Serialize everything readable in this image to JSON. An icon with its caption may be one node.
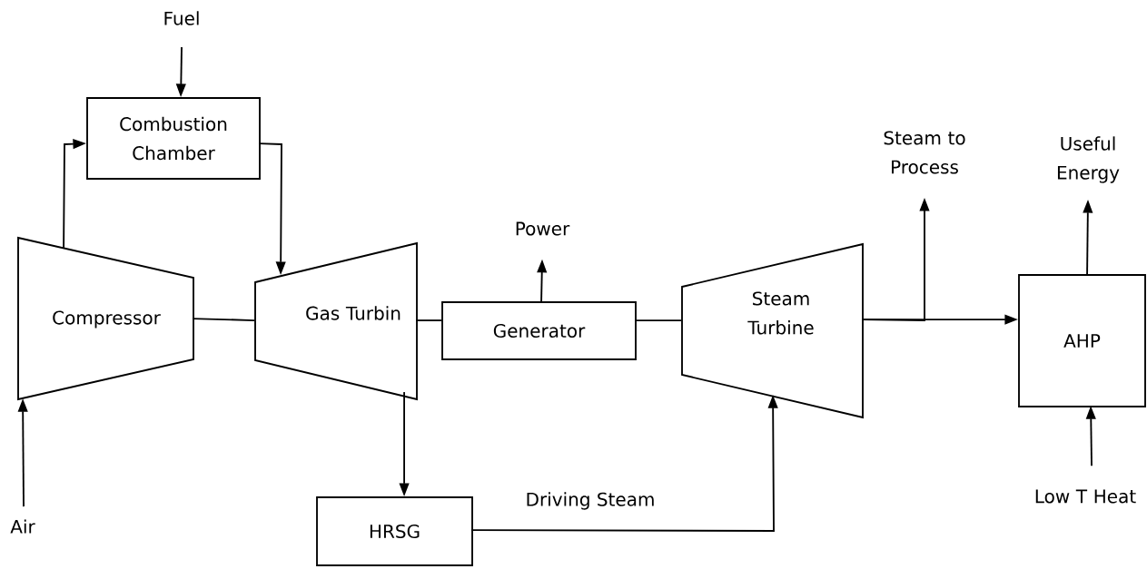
{
  "diagram": {
    "nodes": [
      {
        "text": [
          "Fuel"
        ]
      },
      {
        "text": [
          "Combustion Chamber"
        ]
      },
      {
        "text": [
          "Compressor"
        ]
      },
      {
        "text": [
          "Gas Turbin"
        ]
      },
      {
        "text": [
          "Generator"
        ]
      },
      {
        "text": [
          "Power"
        ]
      },
      {
        "text": [
          "Steam Turbine"
        ]
      },
      {
        "text": [
          "Steam to Process"
        ]
      },
      {
        "text": [
          "Useful Energy"
        ]
      },
      {
        "text": [
          "AHP"
        ]
      },
      {
        "text": [
          "Low T Heat"
        ]
      },
      {
        "text": [
          "Air"
        ]
      },
      {
        "text": [
          "HRSG"
        ]
      }
    ],
    "edges": [
      {
        "from": 0,
        "to": 1,
        "arrow": "to"
      },
      {
        "from": 2,
        "to": 1,
        "arrow": "to"
      },
      {
        "from": 1,
        "to": 3,
        "arrow": "to"
      },
      {
        "from": 2,
        "to": 3,
        "arrow": "none"
      },
      {
        "from": 3,
        "to": 4,
        "arrow": "none"
      },
      {
        "from": 4,
        "to": 5,
        "arrow": "to"
      },
      {
        "from": 4,
        "to": 6,
        "arrow": "none"
      },
      {
        "from": 6,
        "to": 7,
        "arrow": "to"
      },
      {
        "from": 6,
        "to": 9,
        "arrow": "to"
      },
      {
        "from": 9,
        "to": 8,
        "arrow": "to"
      },
      {
        "from": 10,
        "to": 9,
        "arrow": "to"
      },
      {
        "from": 11,
        "to": 2,
        "arrow": "to"
      },
      {
        "from": 3,
        "to": 12,
        "arrow": "to"
      },
      {
        "from": 12,
        "to": 6,
        "label": "Driving Steam",
        "arrow": "to"
      }
    ]
  }
}
